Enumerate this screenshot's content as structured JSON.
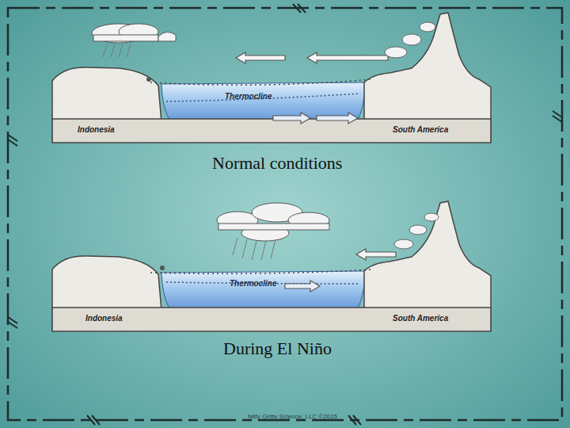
{
  "diagram": {
    "labels": [
      "Thermocline",
      "Indonesia",
      "South America",
      "Normal conditions",
      "Thermocline",
      "Indonesia",
      "South America",
      "During El Niño",
      "Nitty Gritty Science, LLC ©2015"
    ]
  }
}
